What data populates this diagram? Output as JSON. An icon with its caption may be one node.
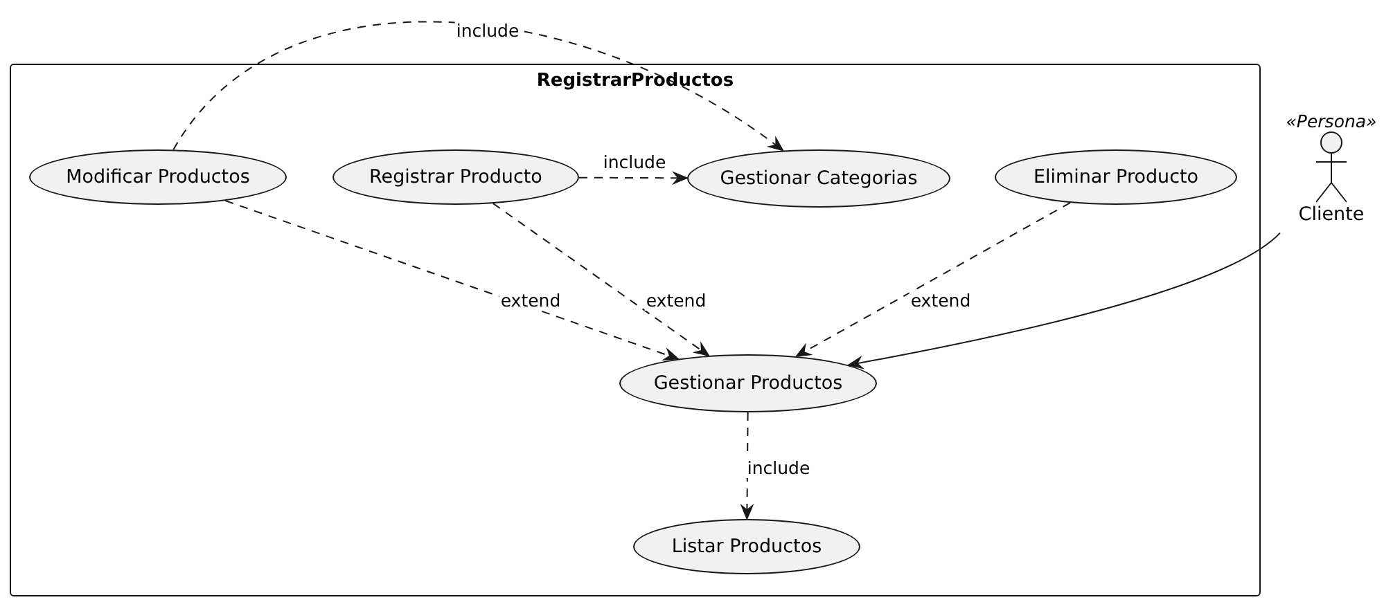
{
  "diagram": {
    "nodes": [
      {
        "text": [
          "RegistrarProductos"
        ]
      },
      {
        "text": [
          "Modificar Productos"
        ],
        "in": 0
      },
      {
        "text": [
          "Registrar Producto"
        ],
        "in": 0
      },
      {
        "text": [
          "Gestionar Categorias"
        ],
        "in": 0
      },
      {
        "text": [
          "Eliminar Producto"
        ],
        "in": 0
      },
      {
        "text": [
          "Gestionar Productos"
        ],
        "in": 0
      },
      {
        "text": [
          "Listar Productos"
        ],
        "in": 0
      },
      {
        "text": [
          "Cliente"
        ],
        "beside": [
          "«Persona»"
        ]
      }
    ],
    "edges": [
      {
        "from": 1,
        "to": 3,
        "arrow": "to",
        "label": "include",
        "style": "dashed"
      },
      {
        "from": 2,
        "to": 3,
        "arrow": "to",
        "label": "include",
        "style": "dashed"
      },
      {
        "from": 1,
        "to": 5,
        "arrow": "to",
        "label": "extend",
        "style": "dashed"
      },
      {
        "from": 2,
        "to": 5,
        "arrow": "to",
        "label": "extend",
        "style": "dashed"
      },
      {
        "from": 4,
        "to": 5,
        "arrow": "to",
        "label": "extend",
        "style": "dashed"
      },
      {
        "from": 7,
        "to": 5,
        "arrow": "to"
      },
      {
        "from": 5,
        "to": 6,
        "arrow": "to",
        "label": "include",
        "style": "dashed"
      }
    ]
  }
}
